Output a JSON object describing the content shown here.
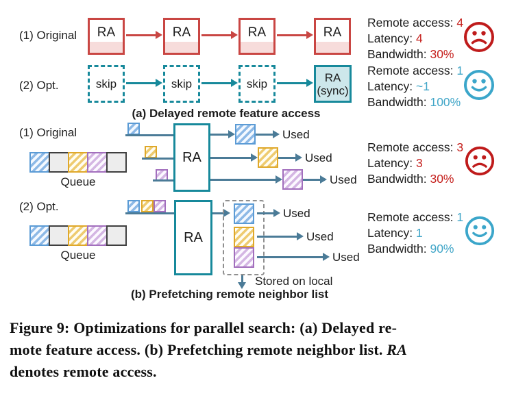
{
  "palette": {
    "red": "#c94643",
    "pink_fill": "#f7dcdb",
    "teal": "#17899b",
    "teal_fill": "#cde7eb",
    "steel_arrow": "#4b7b97",
    "red_value_text": "#c5201d",
    "teal_value_text": "#41a6c8",
    "blue_item": "#5b9bd5",
    "yellow_item": "#dfa82a",
    "purple_item": "#a26fbd",
    "gray_item": "#3f3f3f"
  },
  "labels": {
    "remote_access": "Remote access:",
    "latency": "Latency:",
    "bandwidth": "Bandwidth:"
  },
  "section_a": {
    "row1_label": "(1) Original",
    "row2_label": "(2) Opt.",
    "ra_box": "RA",
    "skip_box": "skip",
    "sync_box_line1": "RA",
    "sync_box_line2": "(sync)",
    "caption": "(a) Delayed remote feature access",
    "stats_original": {
      "remote_access": "4",
      "latency": "4",
      "bandwidth": "30%",
      "mood": "sad"
    },
    "stats_opt": {
      "remote_access": "1",
      "latency": "~1",
      "bandwidth": "100%",
      "mood": "happy"
    }
  },
  "section_b": {
    "row1_label": "(1) Original",
    "row2_label": "(2) Opt.",
    "queue_label": "Queue",
    "ra_box": "RA",
    "used_label": "Used",
    "stored_label": "Stored on local",
    "caption": "(b) Prefetching remote neighbor list",
    "stats_original": {
      "remote_access": "3",
      "latency": "3",
      "bandwidth": "30%",
      "mood": "sad"
    },
    "stats_opt": {
      "remote_access": "1",
      "latency": "1",
      "bandwidth": "90%",
      "mood": "happy"
    }
  },
  "figure_caption": {
    "line1": "Figure 9: Optimizations for parallel search: (a) Delayed re-",
    "line2_pre": "mote feature access. (b) Prefetching remote neighbor list. ",
    "line2_italic": "RA",
    "line3": "denotes remote access."
  }
}
